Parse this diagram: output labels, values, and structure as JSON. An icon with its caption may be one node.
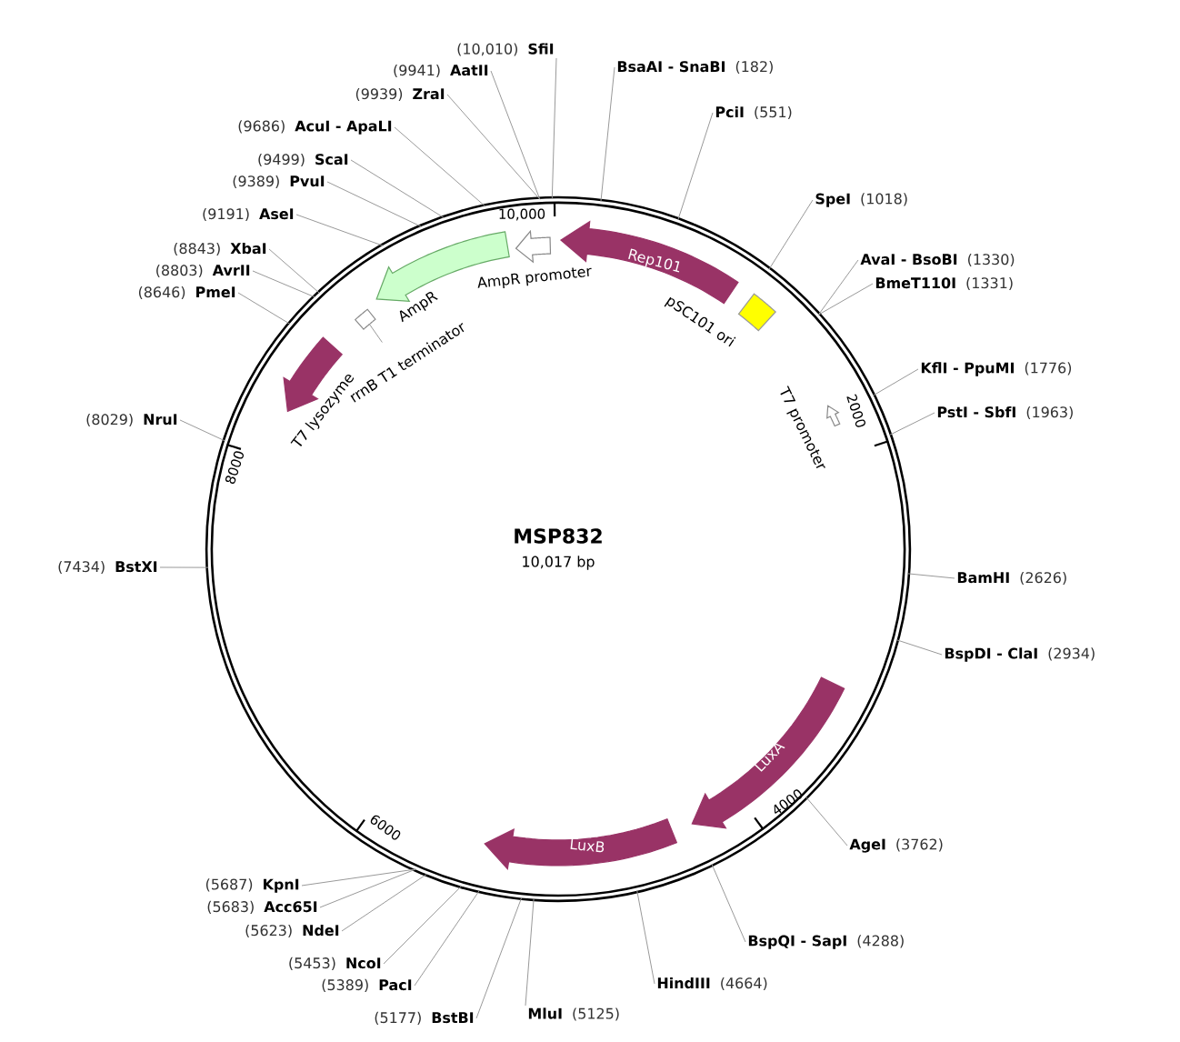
{
  "diagram": {
    "nodes": [
      {
        "text": [
          "MSP832",
          "10,017 bp"
        ]
      },
      {
        "text": [
          "Rep101"
        ],
        "in": 0
      },
      {
        "text": [
          "pSC101 ori"
        ],
        "in": 0
      },
      {
        "text": [
          "T7 promoter"
        ],
        "in": 0
      },
      {
        "text": [
          "LuxA"
        ],
        "in": 0
      },
      {
        "text": [
          "LuxB"
        ],
        "in": 0
      },
      {
        "text": [
          "T7 lysozyme"
        ],
        "in": 0
      },
      {
        "text": [
          "rrnB T1 terminator"
        ],
        "in": 0
      },
      {
        "text": [
          "AmpR"
        ],
        "in": 0
      },
      {
        "text": [
          "AmpR promoter"
        ],
        "in": 0
      },
      {
        "text": [
          "BsaAI - SnaBI",
          "(182)"
        ]
      },
      {
        "text": [
          "PciI",
          "(551)"
        ]
      },
      {
        "text": [
          "SpeI",
          "(1018)"
        ]
      },
      {
        "text": [
          "AvaI - BsoBI",
          "(1330)"
        ]
      },
      {
        "text": [
          "BmeT110I",
          "(1331)"
        ]
      },
      {
        "text": [
          "KflI - PpuMI",
          "(1776)"
        ]
      },
      {
        "text": [
          "PstI - SbfI",
          "(1963)"
        ]
      },
      {
        "text": [
          "BamHI",
          "(2626)"
        ]
      },
      {
        "text": [
          "BspDI - ClaI",
          "(2934)"
        ]
      },
      {
        "text": [
          "AgeI",
          "(3762)"
        ]
      },
      {
        "text": [
          "BspQI - SapI",
          "(4288)"
        ]
      },
      {
        "text": [
          "HindIII",
          "(4664)"
        ]
      },
      {
        "text": [
          "MluI",
          "(5125)"
        ]
      },
      {
        "text": [
          "(5177)",
          "BstBI"
        ]
      },
      {
        "text": [
          "(5389)",
          "PacI"
        ]
      },
      {
        "text": [
          "(5453)",
          "NcoI"
        ]
      },
      {
        "text": [
          "(5623)",
          "NdeI"
        ]
      },
      {
        "text": [
          "(5683)",
          "Acc65I"
        ]
      },
      {
        "text": [
          "(5687)",
          "KpnI"
        ]
      },
      {
        "text": [
          "(7434)",
          "BstXI"
        ]
      },
      {
        "text": [
          "(8029)",
          "NruI"
        ]
      },
      {
        "text": [
          "(8646)",
          "PmeI"
        ]
      },
      {
        "text": [
          "(8803)",
          "AvrII"
        ]
      },
      {
        "text": [
          "(8843)",
          "XbaI"
        ]
      },
      {
        "text": [
          "(9191)",
          "AseI"
        ]
      },
      {
        "text": [
          "(9389)",
          "PvuI"
        ]
      },
      {
        "text": [
          "(9499)",
          "ScaI"
        ]
      },
      {
        "text": [
          "(9686)",
          "AcuI - ApaLI"
        ]
      },
      {
        "text": [
          "(9939)",
          "ZraI"
        ]
      },
      {
        "text": [
          "(9941)",
          "AatII"
        ]
      },
      {
        "text": [
          "(10,010)",
          "SfiI"
        ]
      }
    ],
    "edges": [
      {
        "from": 10,
        "to": 0,
        "arrow": "none"
      },
      {
        "from": 11,
        "to": 0,
        "arrow": "none"
      },
      {
        "from": 12,
        "to": 0,
        "arrow": "none"
      },
      {
        "from": 13,
        "to": 0,
        "arrow": "none"
      },
      {
        "from": 14,
        "to": 0,
        "arrow": "none"
      },
      {
        "from": 15,
        "to": 0,
        "arrow": "none"
      },
      {
        "from": 16,
        "to": 0,
        "arrow": "none"
      },
      {
        "from": 17,
        "to": 0,
        "arrow": "none"
      },
      {
        "from": 18,
        "to": 0,
        "arrow": "none"
      },
      {
        "from": 19,
        "to": 0,
        "arrow": "none"
      },
      {
        "from": 20,
        "to": 0,
        "arrow": "none"
      },
      {
        "from": 21,
        "to": 0,
        "arrow": "none"
      },
      {
        "from": 22,
        "to": 0,
        "arrow": "none"
      },
      {
        "from": 23,
        "to": 0,
        "arrow": "none"
      },
      {
        "from": 24,
        "to": 0,
        "arrow": "none"
      },
      {
        "from": 25,
        "to": 0,
        "arrow": "none"
      },
      {
        "from": 26,
        "to": 0,
        "arrow": "none"
      },
      {
        "from": 27,
        "to": 0,
        "arrow": "none"
      },
      {
        "from": 28,
        "to": 0,
        "arrow": "none"
      },
      {
        "from": 29,
        "to": 0,
        "arrow": "none"
      },
      {
        "from": 30,
        "to": 0,
        "arrow": "none"
      },
      {
        "from": 31,
        "to": 0,
        "arrow": "none"
      },
      {
        "from": 32,
        "to": 0,
        "arrow": "none"
      },
      {
        "from": 33,
        "to": 0,
        "arrow": "none"
      },
      {
        "from": 34,
        "to": 0,
        "arrow": "none"
      },
      {
        "from": 35,
        "to": 0,
        "arrow": "none"
      },
      {
        "from": 36,
        "to": 0,
        "arrow": "none"
      },
      {
        "from": 37,
        "to": 0,
        "arrow": "none"
      },
      {
        "from": 38,
        "to": 0,
        "arrow": "none"
      },
      {
        "from": 39,
        "to": 0,
        "arrow": "none"
      },
      {
        "from": 40,
        "to": 0,
        "arrow": "none"
      }
    ],
    "labels": [
      "10,000",
      "2000",
      "4000",
      "6000",
      "8000"
    ]
  }
}
